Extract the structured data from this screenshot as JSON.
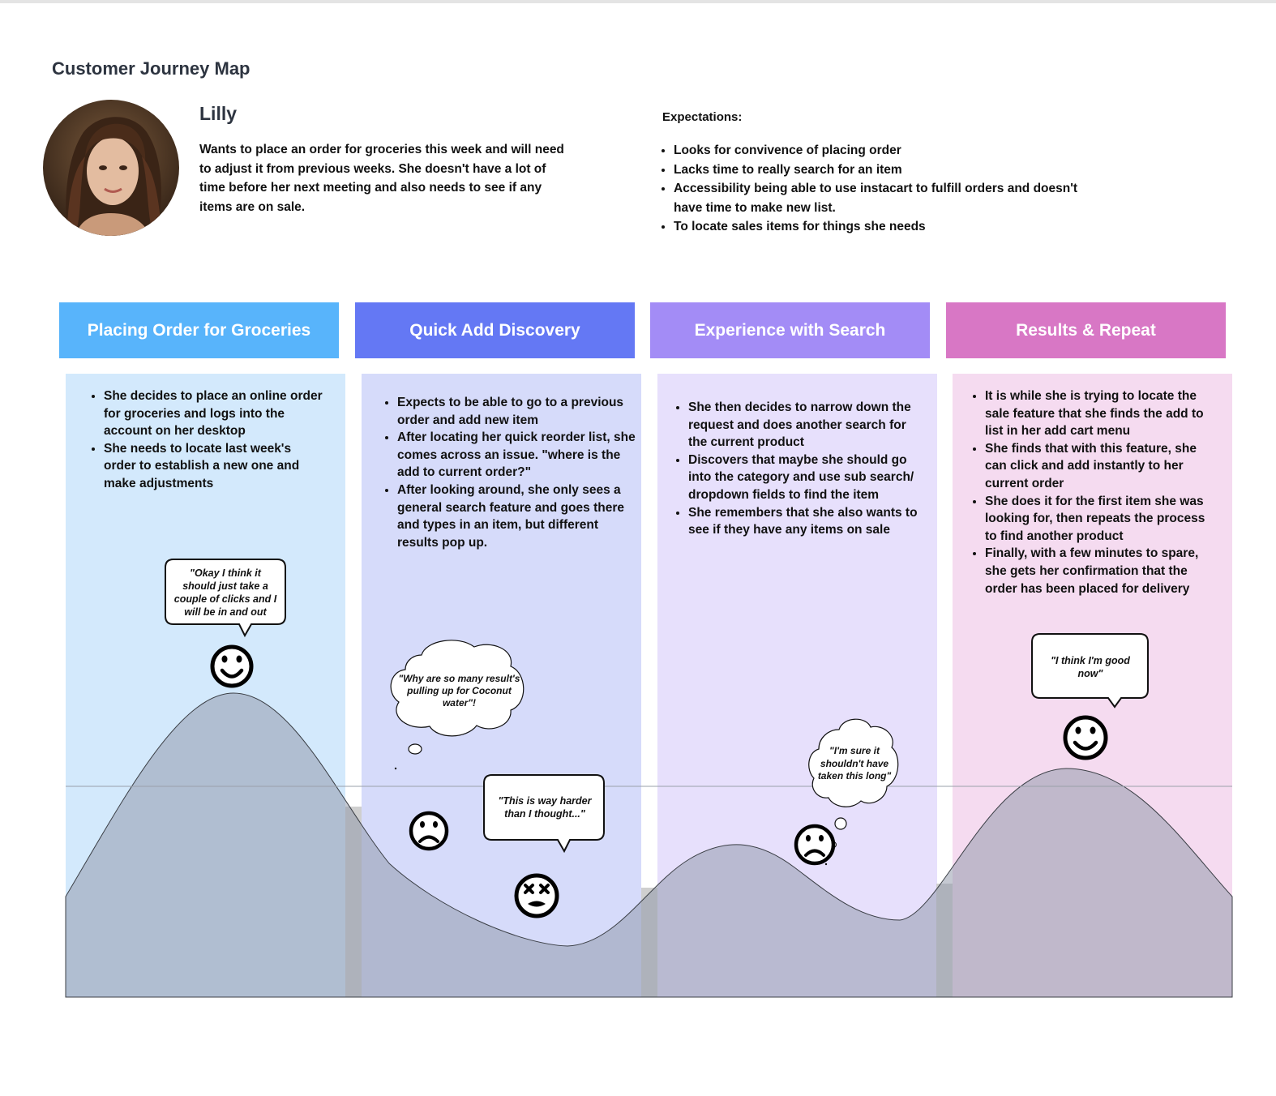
{
  "page": {
    "title": "Customer Journey Map"
  },
  "persona": {
    "name": "Lilly",
    "description": "Wants to place an order for groceries this week and will need to adjust it from previous weeks. She doesn't have a lot of time before her next meeting and also needs to see if any items are on sale."
  },
  "expectations": {
    "title": "Expectations:",
    "items": [
      "Looks for convivence of placing order",
      "Lacks time to really search for an item",
      "Accessibility being able to use instacart to fulfill orders and doesn't have time to make new list.",
      "To locate sales items for things she needs"
    ]
  },
  "stages": [
    {
      "title": "Placing Order for Groceries",
      "header_color": "#58b4fb",
      "bg_color": "#d3e9fc",
      "items": [
        "She decides to place an online order for groceries and logs into the account on her desktop",
        "She needs to locate last week's order to establish a new one and make adjustments"
      ]
    },
    {
      "title": "Quick Add Discovery",
      "header_color": "#6478f4",
      "bg_color": "#d6dbfa",
      "items": [
        "Expects to be able to go to a previous order and add new item",
        "After locating her quick reorder list, she comes across an issue. \"where is the add to current order?\"",
        "After looking around, she only sees a general search feature and goes there and types in an item, but different results pop up."
      ]
    },
    {
      "title": "Experience with Search",
      "header_color": "#a38cf6",
      "bg_color": "#e7e0fc",
      "items": [
        "She then decides to narrow down the request and does another search for the current product",
        "Discovers that maybe she should go into the category and use sub search/ dropdown fields to find the item",
        "She remembers that she also wants to see if they have any items on sale"
      ]
    },
    {
      "title": "Results & Repeat",
      "header_color": "#d877c5",
      "bg_color": "#f5dbf0",
      "items": [
        "It is while she is trying to locate the sale feature that she finds the add to list in her add cart menu",
        "She finds that with this feature, she can click and add instantly to her current order",
        "She does it for the first item she was looking for, then repeats the process to find another product",
        "Finally, with a few minutes to spare, she gets her confirmation that the order has been placed for delivery"
      ]
    }
  ],
  "quotes": {
    "q1": "\"Okay I think it should just take  a couple of clicks and I will be in and out",
    "q2": "\"Why are so many result's pulling up for Coconut water\"!",
    "q3": "\"This is way harder than I thought...\"",
    "q4": "\"I'm sure it shouldn't have taken this long\"",
    "q5": "\"I think I'm good now\""
  },
  "emotions": {
    "face1": "smiling-face-icon",
    "face2": "sad-face-icon",
    "face3": "dizzy-face-icon",
    "face4": "sad-face-icon",
    "face5": "smiling-face-icon"
  },
  "colors": {
    "curve_fill": "#8f98a8",
    "gap": "#cfcfcf",
    "title": "#2d3440"
  }
}
